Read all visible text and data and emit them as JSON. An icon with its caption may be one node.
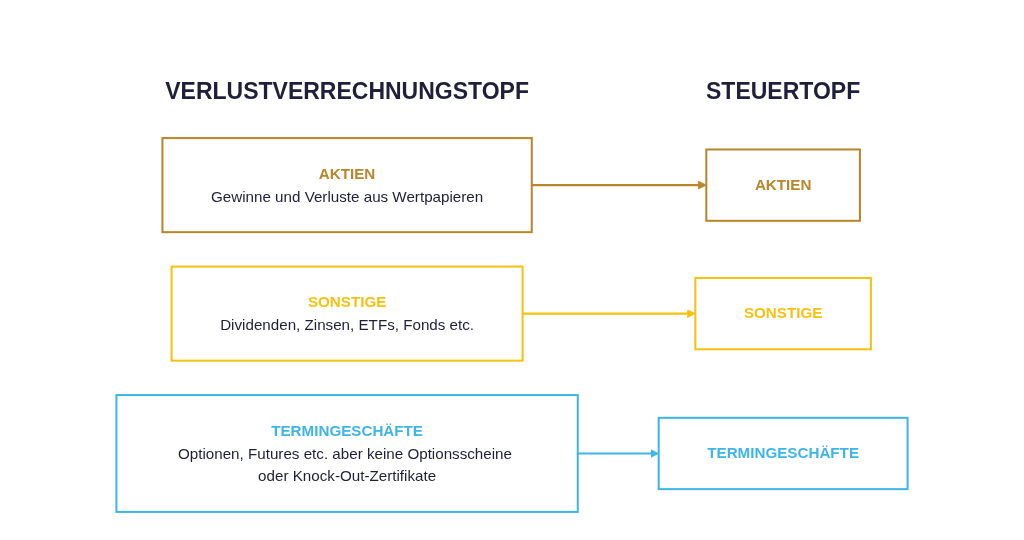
{
  "diagram": {
    "nodes": [
      {
        "text": [
          "AKTIEN",
          "Gewinne und Verluste aus Wertpapieren"
        ]
      },
      {
        "text": [
          "AKTIEN"
        ]
      },
      {
        "text": [
          "SONSTIGE",
          "Dividenden, Zinsen, ETFs, Fonds etc."
        ]
      },
      {
        "text": [
          "SONSTIGE"
        ]
      },
      {
        "text": [
          "TERMINGESCHÄFTE",
          "Optionen, Futures etc. aber keine Optionsscheine oder Knock-Out-Zertifikate"
        ]
      },
      {
        "text": [
          "TERMINGESCHÄFTE"
        ]
      }
    ],
    "edges": [
      {
        "from": 0,
        "to": 1,
        "arrow": "to",
        "color": "#b8862b"
      },
      {
        "from": 2,
        "to": 3,
        "arrow": "to",
        "color": "#f5c211"
      },
      {
        "from": 4,
        "to": 5,
        "arrow": "to",
        "color": "#3fb5e6"
      }
    ],
    "labels": [
      "VERLUSTVERRECHNUNGSTOPF",
      "STEUERTOPF"
    ]
  }
}
